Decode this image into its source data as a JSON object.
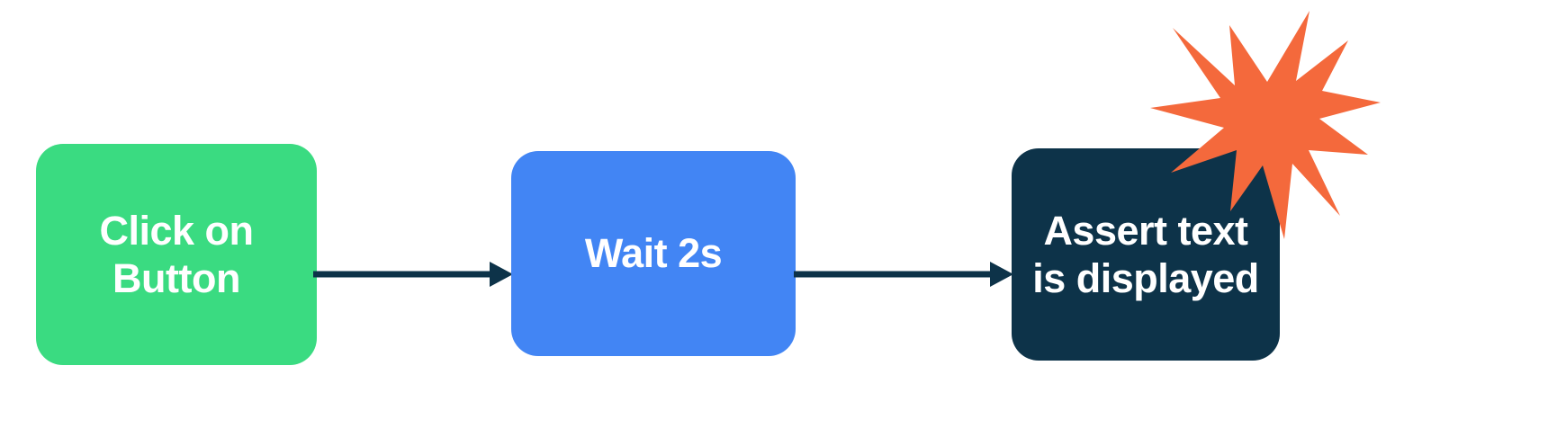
{
  "diagram": {
    "type": "flowchart",
    "orientation": "horizontal",
    "background_color": "#ffffff",
    "nodes": [
      {
        "id": "click-on-button",
        "label": "Click on\nButton",
        "fill_color": "#3adb81",
        "text_color": "#ffffff"
      },
      {
        "id": "wait",
        "label": "Wait 2s",
        "fill_color": "#4285f4",
        "text_color": "#ffffff"
      },
      {
        "id": "assert",
        "label": "Assert text\nis displayed",
        "fill_color": "#0d3349",
        "text_color": "#ffffff"
      }
    ],
    "connectors": [
      {
        "id": "connector-1",
        "from": "click-on-button",
        "to": "wait",
        "color": "#0d3349",
        "style": "solid-arrow"
      },
      {
        "id": "connector-2",
        "from": "wait",
        "to": "assert",
        "color": "#0d3349",
        "style": "solid-arrow"
      }
    ],
    "decorations": [
      {
        "id": "starburst",
        "shape": "starburst",
        "points": 12,
        "fill_color": "#f4693c",
        "attached_to": "assert",
        "position": "top-right"
      }
    ]
  }
}
